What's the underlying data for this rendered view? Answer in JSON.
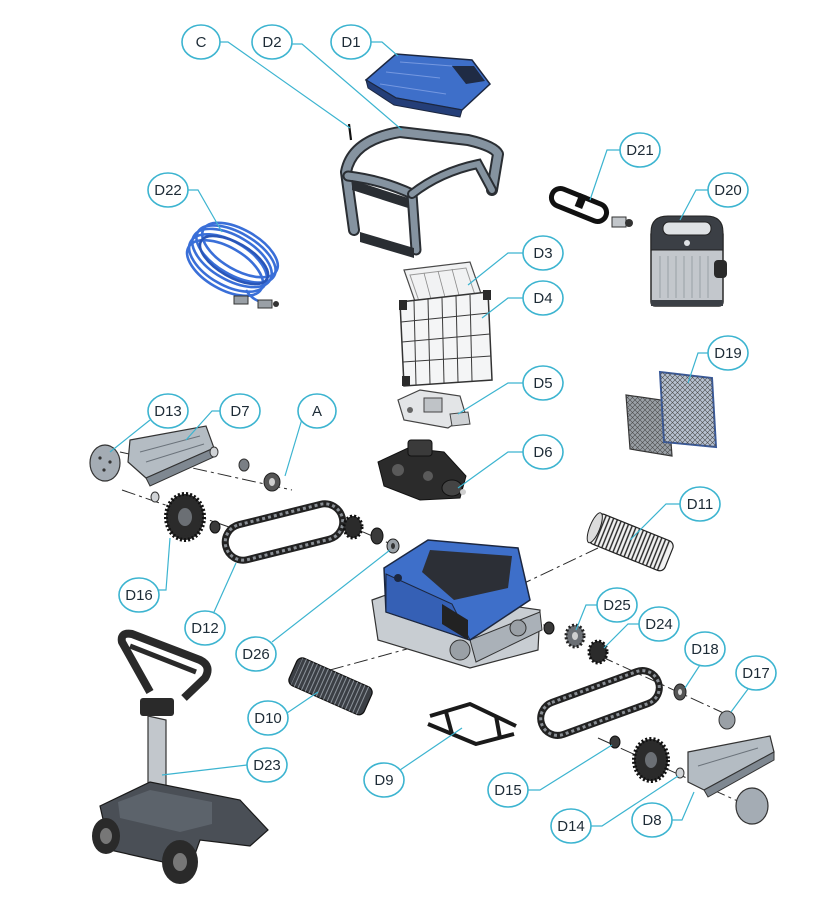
{
  "labels": [
    "C",
    "D2",
    "D1",
    "D21",
    "D22",
    "D20",
    "D3",
    "D4",
    "D19",
    "D5",
    "D13",
    "D7",
    "A",
    "D6",
    "D11",
    "D16",
    "D12",
    "D25",
    "D24",
    "D26",
    "D18",
    "D17",
    "D10",
    "D23",
    "D9",
    "D15",
    "D14",
    "D8"
  ],
  "colors": {
    "label_outline": "#3cb4d0",
    "body_blue": "#3e6fc9",
    "cable_blue": "#3a6fd8",
    "part_grey": "#8593a0",
    "part_dark": "#2b2b2b"
  }
}
